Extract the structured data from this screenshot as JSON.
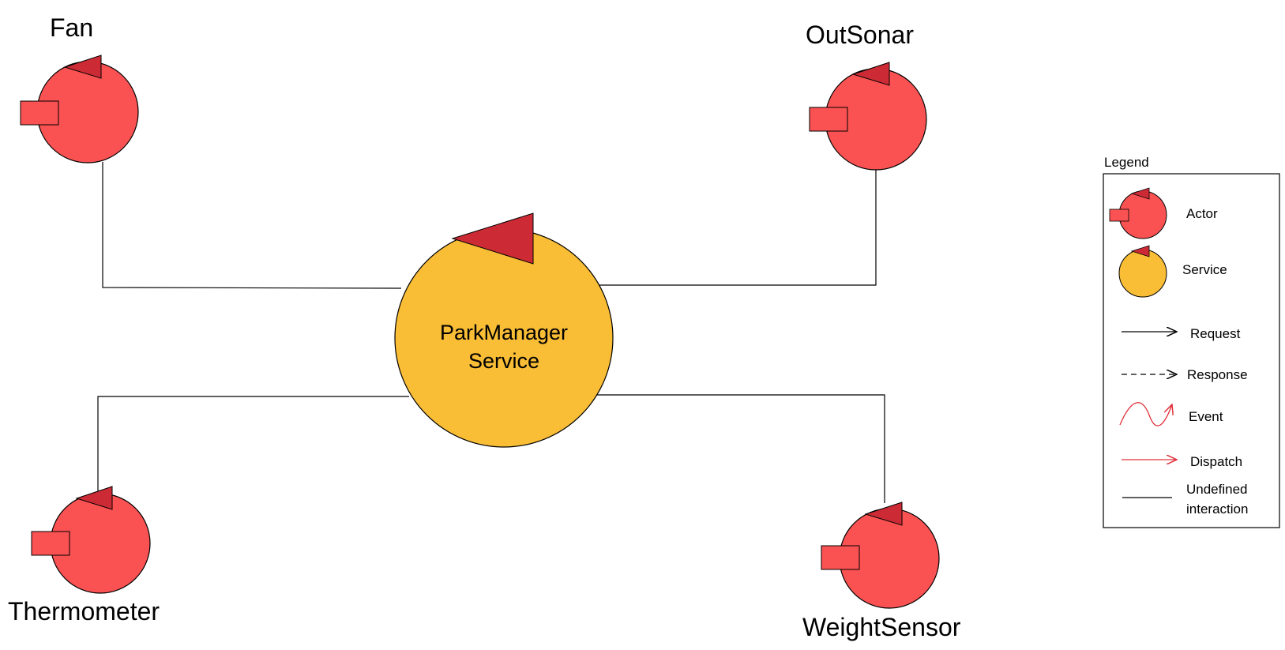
{
  "diagram": {
    "center": {
      "line1": "ParkManager",
      "line2": "Service"
    },
    "actors": {
      "fan": "Fan",
      "outsonar": "OutSonar",
      "thermometer": "Thermometer",
      "weightsensor": "WeightSensor"
    }
  },
  "legend": {
    "title": "Legend",
    "actor": "Actor",
    "service": "Service",
    "request": "Request",
    "response": "Response",
    "event": "Event",
    "dispatch": "Dispatch",
    "undefined_line1": "Undefined",
    "undefined_line2": "interaction"
  },
  "colors": {
    "actor_fill": "#fa5252",
    "actor_accent": "#cc2b35",
    "service_fill": "#f9bd36",
    "line": "#000000",
    "event_red": "#e0303a"
  }
}
